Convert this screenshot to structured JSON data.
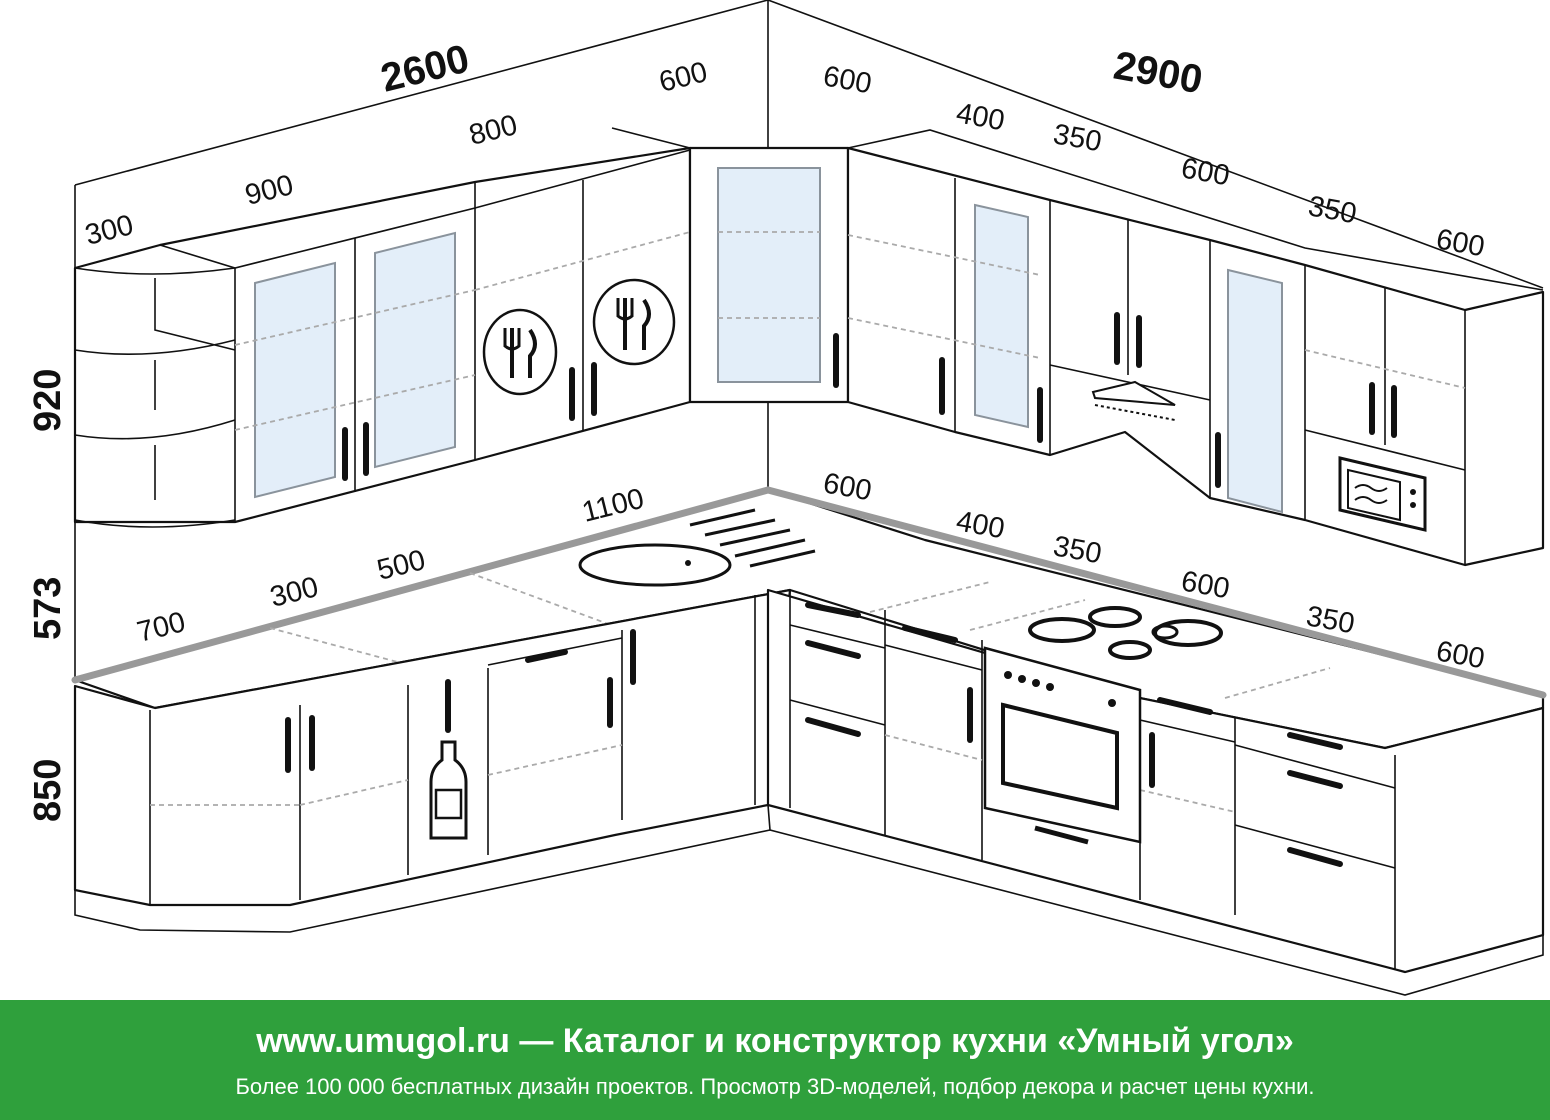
{
  "dimensions": {
    "total_left": "2600",
    "total_right": "2900",
    "height_upper": "920",
    "height_gap": "573",
    "height_lower": "850",
    "upper_left": [
      "300",
      "900",
      "800",
      "600"
    ],
    "upper_right": [
      "600",
      "400",
      "350",
      "600",
      "350",
      "600"
    ],
    "counter_left": [
      "700",
      "300",
      "500",
      "1100"
    ],
    "counter_right": [
      "600",
      "400",
      "350",
      "600",
      "350",
      "600"
    ]
  },
  "footer": {
    "title": "www.umugol.ru — Каталог и конструктор кухни «Умный угол»",
    "subtitle": "Более 100 000 бесплатных дизайн проектов. Просмотр 3D-моделей, подбор декора и расчет цены кухни."
  },
  "colors": {
    "footer_bg": "#2fa03c",
    "glass": "#e3eef9",
    "counter_edge": "#999999"
  },
  "icons": [
    "cutlery-icon",
    "bottle-icon",
    "microwave-icon",
    "cooktop-icon",
    "oven-icon",
    "sink-icon",
    "hood-icon"
  ]
}
